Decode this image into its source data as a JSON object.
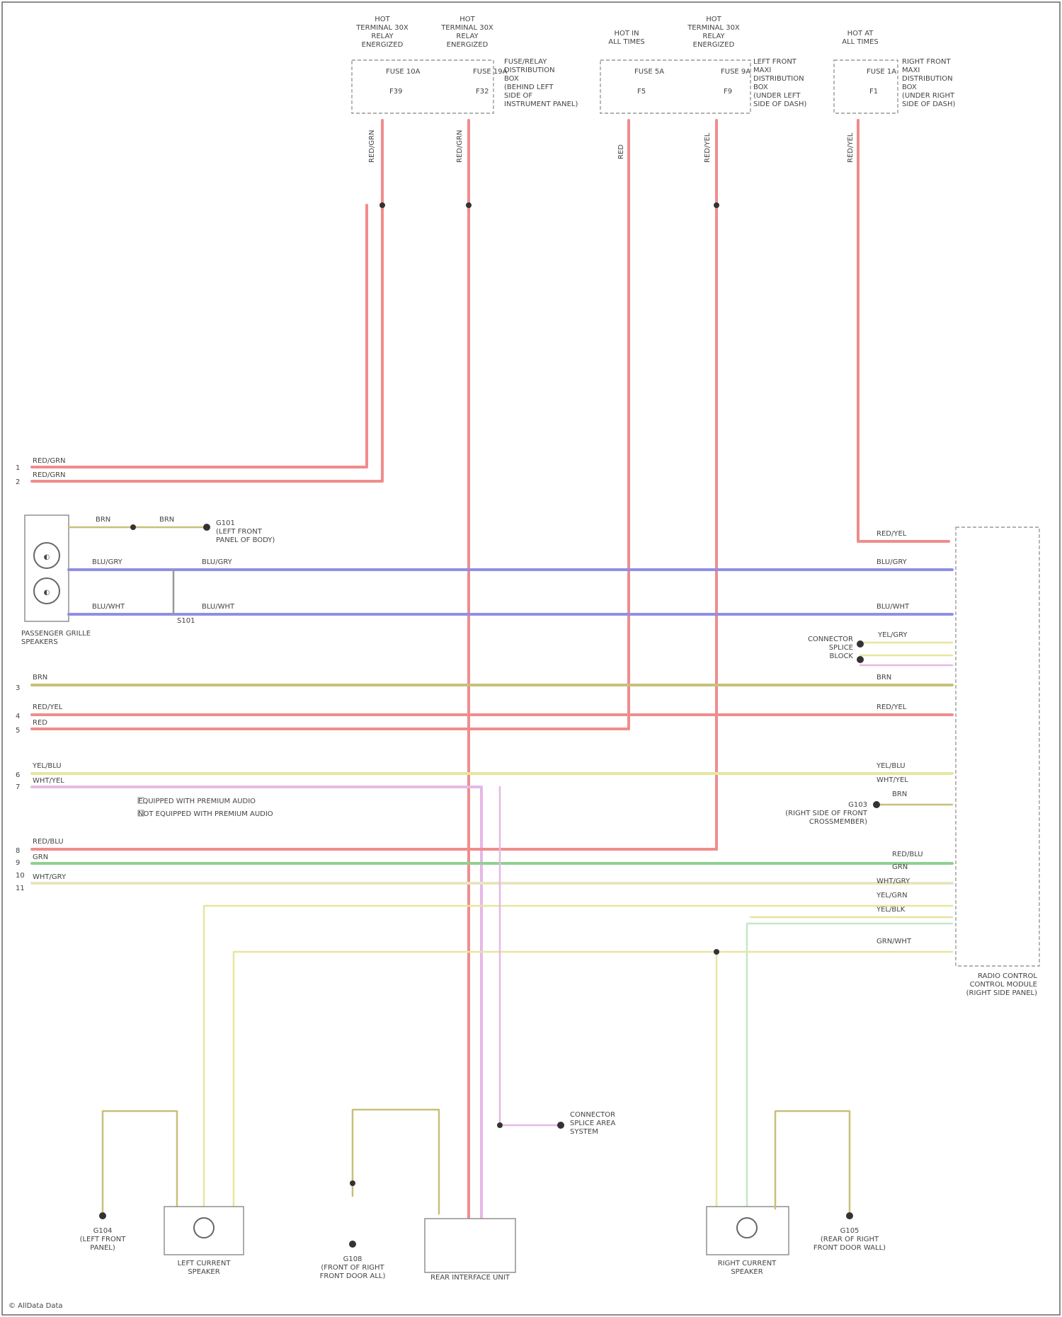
{
  "top_fuse_groups": [
    {
      "title": "HOT\nTERMINAL 30X\nRELAY\nENERGIZED",
      "fuse": "FUSE 10A",
      "subfuse": "F39",
      "circuit": ""
    },
    {
      "title": "HOT\nTERMINAL 30X\nRELAY\nENERGIZED",
      "fuse": "FUSE 19A",
      "subfuse": "F32",
      "circuit": "FUSE/RELAY\nDISTRIBUTION\nBOX\n(BEHIND LEFT\nSIDE OF\nINSTRUMENT\nPANEL)"
    },
    {
      "title": "HOT IN\nALL TIMES",
      "fuse": "FUSE 5A",
      "subfuse": "F5",
      "circuit": ""
    },
    {
      "title": "HOT\nTERMINAL 30X\nRELAY\nENERGIZED",
      "fuse": "FUSE 9A",
      "subfuse": "F9",
      "circuit": "LEFT FRONT\nMAXI\nDISTRIBUTION\nBOX\n(UNDER LEFT\nSIDE OF DASH)"
    },
    {
      "title": "HOT AT\nALL TIMES",
      "fuse": "FUSE 1A",
      "subfuse": "F1",
      "circuit": "RIGHT FRONT\nMAXI\nDISTRIBUTION\nBOX\n(UNDER RIGHT\nSIDE OF DASH)"
    }
  ],
  "left_edge_labels": [
    "1",
    "2",
    "3",
    "4",
    "5",
    "6",
    "7",
    "8",
    "9",
    "10",
    "11"
  ],
  "wire_labels": {
    "w1": "RED/GRN",
    "w2": "RED/GRN",
    "brn": "BRN",
    "blugry": "BLU/GRY",
    "bluwht": "BLU/WHT",
    "brn2": "BRN",
    "redyel": "RED/YEL",
    "red": "RED",
    "yelblu": "YEL/BLU",
    "wht": "WHT/YEL",
    "redblu": "RED/BLU",
    "grn": "GRN",
    "wht2": "WHT/GRY",
    "yelblk": "YEL/BLK",
    "rightconn": "RED/YEL",
    "blugry_r": "BLU/GRY",
    "bluwht_r": "BLU/WHT",
    "yellow_r": "YEL/GRY",
    "brn_r": "BRN",
    "redyel_r": "RED/YEL",
    "yelblu_r": "YEL/BLU",
    "wht_r": "WHT/YEL",
    "brn3_r": "BRN",
    "redblu_r": "RED/BLU",
    "grn_r": "GRN",
    "wht2_r": "WHT/GRY",
    "yelgrn_r": "YEL/GRN",
    "yelblk_r": "YEL/BLK",
    "grn2_r": "GRN/WHT"
  },
  "components": {
    "speaker_unit": "PASSENGER GRILLE\nSPEAKERS",
    "ground_g1": "G101\n(LEFT FRONT\nPANEL OF BODY)",
    "splice_s1": "S101",
    "connector_right": "CONNECTOR\nSPLICE\nBLOCK",
    "ground_g2": "G103\n(RIGHT SIDE OF FRONT\nCROSSMEMBER)",
    "right_module": "RADIO CONTROL\nCONTROL MODULE\n(RIGHT SIDE PANEL)",
    "ground_g3": "G104\n(LEFT FRONT\nPANEL)",
    "left_speaker": "LEFT CURRENT\nSPEAKER",
    "ground_g4": "G108\n(FRONT OF RIGHT\nFRONT DOOR ALL)",
    "rear_module": "REAR INTERFACE UNIT",
    "connector_mid": "CONNECTOR\nSPLICE AREA\nSYSTEM",
    "right_speaker": "RIGHT CURRENT\nSPEAKER",
    "ground_g5": "G105\n(REAR OF RIGHT\nFRONT DOOR WALL)",
    "note1": "EQUIPPED WITH PREMIUM AUDIO",
    "note2": "NOT EQUIPPED WITH PREMIUM AUDIO",
    "footer": "© AllData Data"
  }
}
